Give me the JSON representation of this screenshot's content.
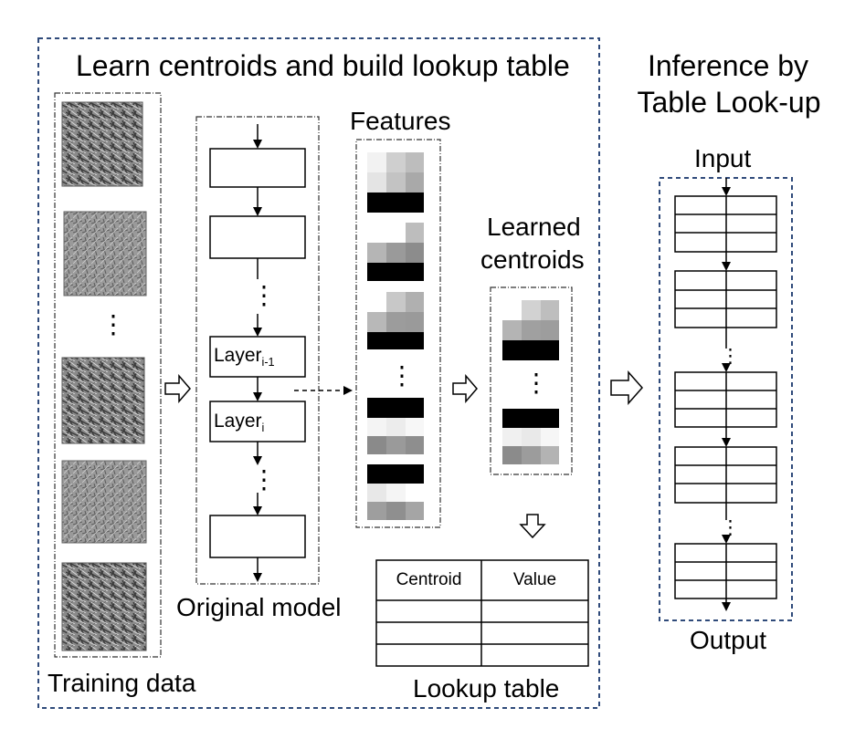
{
  "left_panel": {
    "title": "Learn centroids and build lookup table"
  },
  "right_panel": {
    "title_line1": "Inference by",
    "title_line2": "Table Look-up",
    "input_label": "Input",
    "output_label": "Output",
    "ellipsis": "⋮"
  },
  "training_data": {
    "label": "Training data",
    "ellipsis": "⋮"
  },
  "original_model": {
    "label": "Original model",
    "layer_prev_text": "Layer",
    "layer_prev_sub": "i-1",
    "layer_cur_text": "Layer",
    "layer_cur_sub": "i",
    "ellipsis": "⋮"
  },
  "features": {
    "label": "Features",
    "ellipsis": "⋮"
  },
  "centroids": {
    "label_line1": "Learned",
    "label_line2": "centroids",
    "ellipsis": "⋮"
  },
  "lookup_table": {
    "label": "Lookup table",
    "col1": "Centroid",
    "col2": "Value"
  },
  "colors": {
    "dashed_border": "#2f4a7a",
    "box_border": "#000000"
  }
}
